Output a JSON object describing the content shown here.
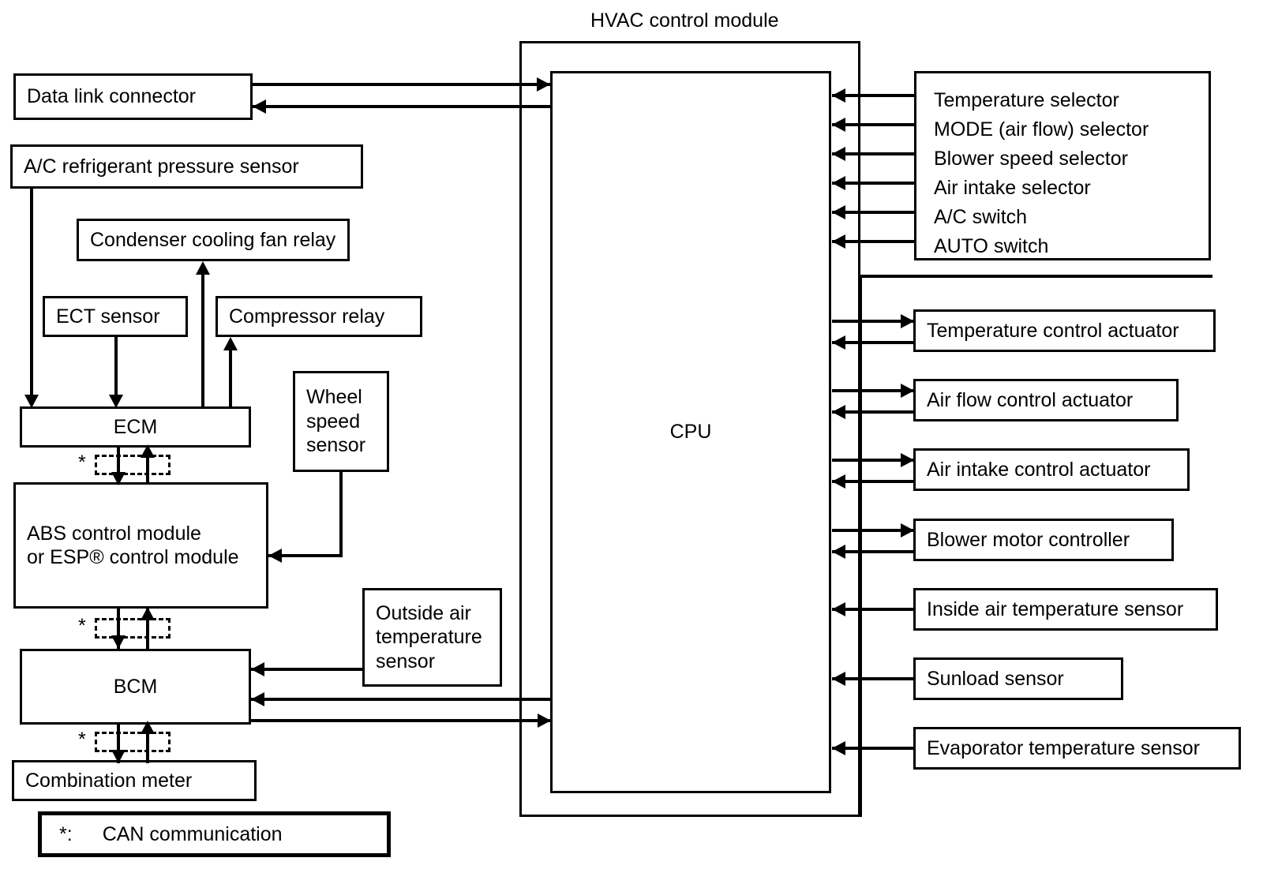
{
  "diagram": {
    "title": "HVAC control module",
    "cpu_label": "CPU",
    "footnote": {
      "marker": "*:",
      "text": "CAN communication"
    },
    "can_marker": "*"
  },
  "left_blocks": [
    {
      "id": "data-link-connector",
      "label": "Data link connector"
    },
    {
      "id": "ac-refrigerant-pressure-sensor",
      "label": "A/C refrigerant pressure sensor"
    },
    {
      "id": "condenser-cooling-fan-relay",
      "label": "Condenser cooling fan relay"
    },
    {
      "id": "ect-sensor",
      "label": "ECT sensor"
    },
    {
      "id": "compressor-relay",
      "label": "Compressor relay"
    },
    {
      "id": "wheel-speed-sensor",
      "label": "Wheel\nspeed\nsensor"
    },
    {
      "id": "ecm",
      "label": "ECM"
    },
    {
      "id": "abs-control-module",
      "label": "ABS control module\nor ESP® control module"
    },
    {
      "id": "outside-air-temperature-sensor",
      "label": "Outside air\ntemperature\nsensor"
    },
    {
      "id": "bcm",
      "label": "BCM"
    },
    {
      "id": "combination-meter",
      "label": "Combination meter"
    }
  ],
  "control_panel": {
    "id": "control-panel-inputs",
    "items": [
      "Temperature selector",
      "MODE (air flow) selector",
      "Blower speed selector",
      "Air intake selector",
      "A/C switch",
      "AUTO switch"
    ]
  },
  "right_blocks": [
    {
      "id": "temperature-control-actuator",
      "label": "Temperature control actuator",
      "direction": "bidirectional"
    },
    {
      "id": "air-flow-control-actuator",
      "label": "Air flow control actuator",
      "direction": "bidirectional"
    },
    {
      "id": "air-intake-control-actuator",
      "label": "Air intake control actuator",
      "direction": "bidirectional"
    },
    {
      "id": "blower-motor-controller",
      "label": "Blower motor controller",
      "direction": "bidirectional"
    },
    {
      "id": "inside-air-temperature-sensor",
      "label": "Inside air temperature sensor",
      "direction": "input"
    },
    {
      "id": "sunload-sensor",
      "label": "Sunload sensor",
      "direction": "input"
    },
    {
      "id": "evaporator-temperature-sensor",
      "label": "Evaporator temperature sensor",
      "direction": "input"
    }
  ],
  "colors": {
    "line": "#000000",
    "background": "#ffffff"
  }
}
